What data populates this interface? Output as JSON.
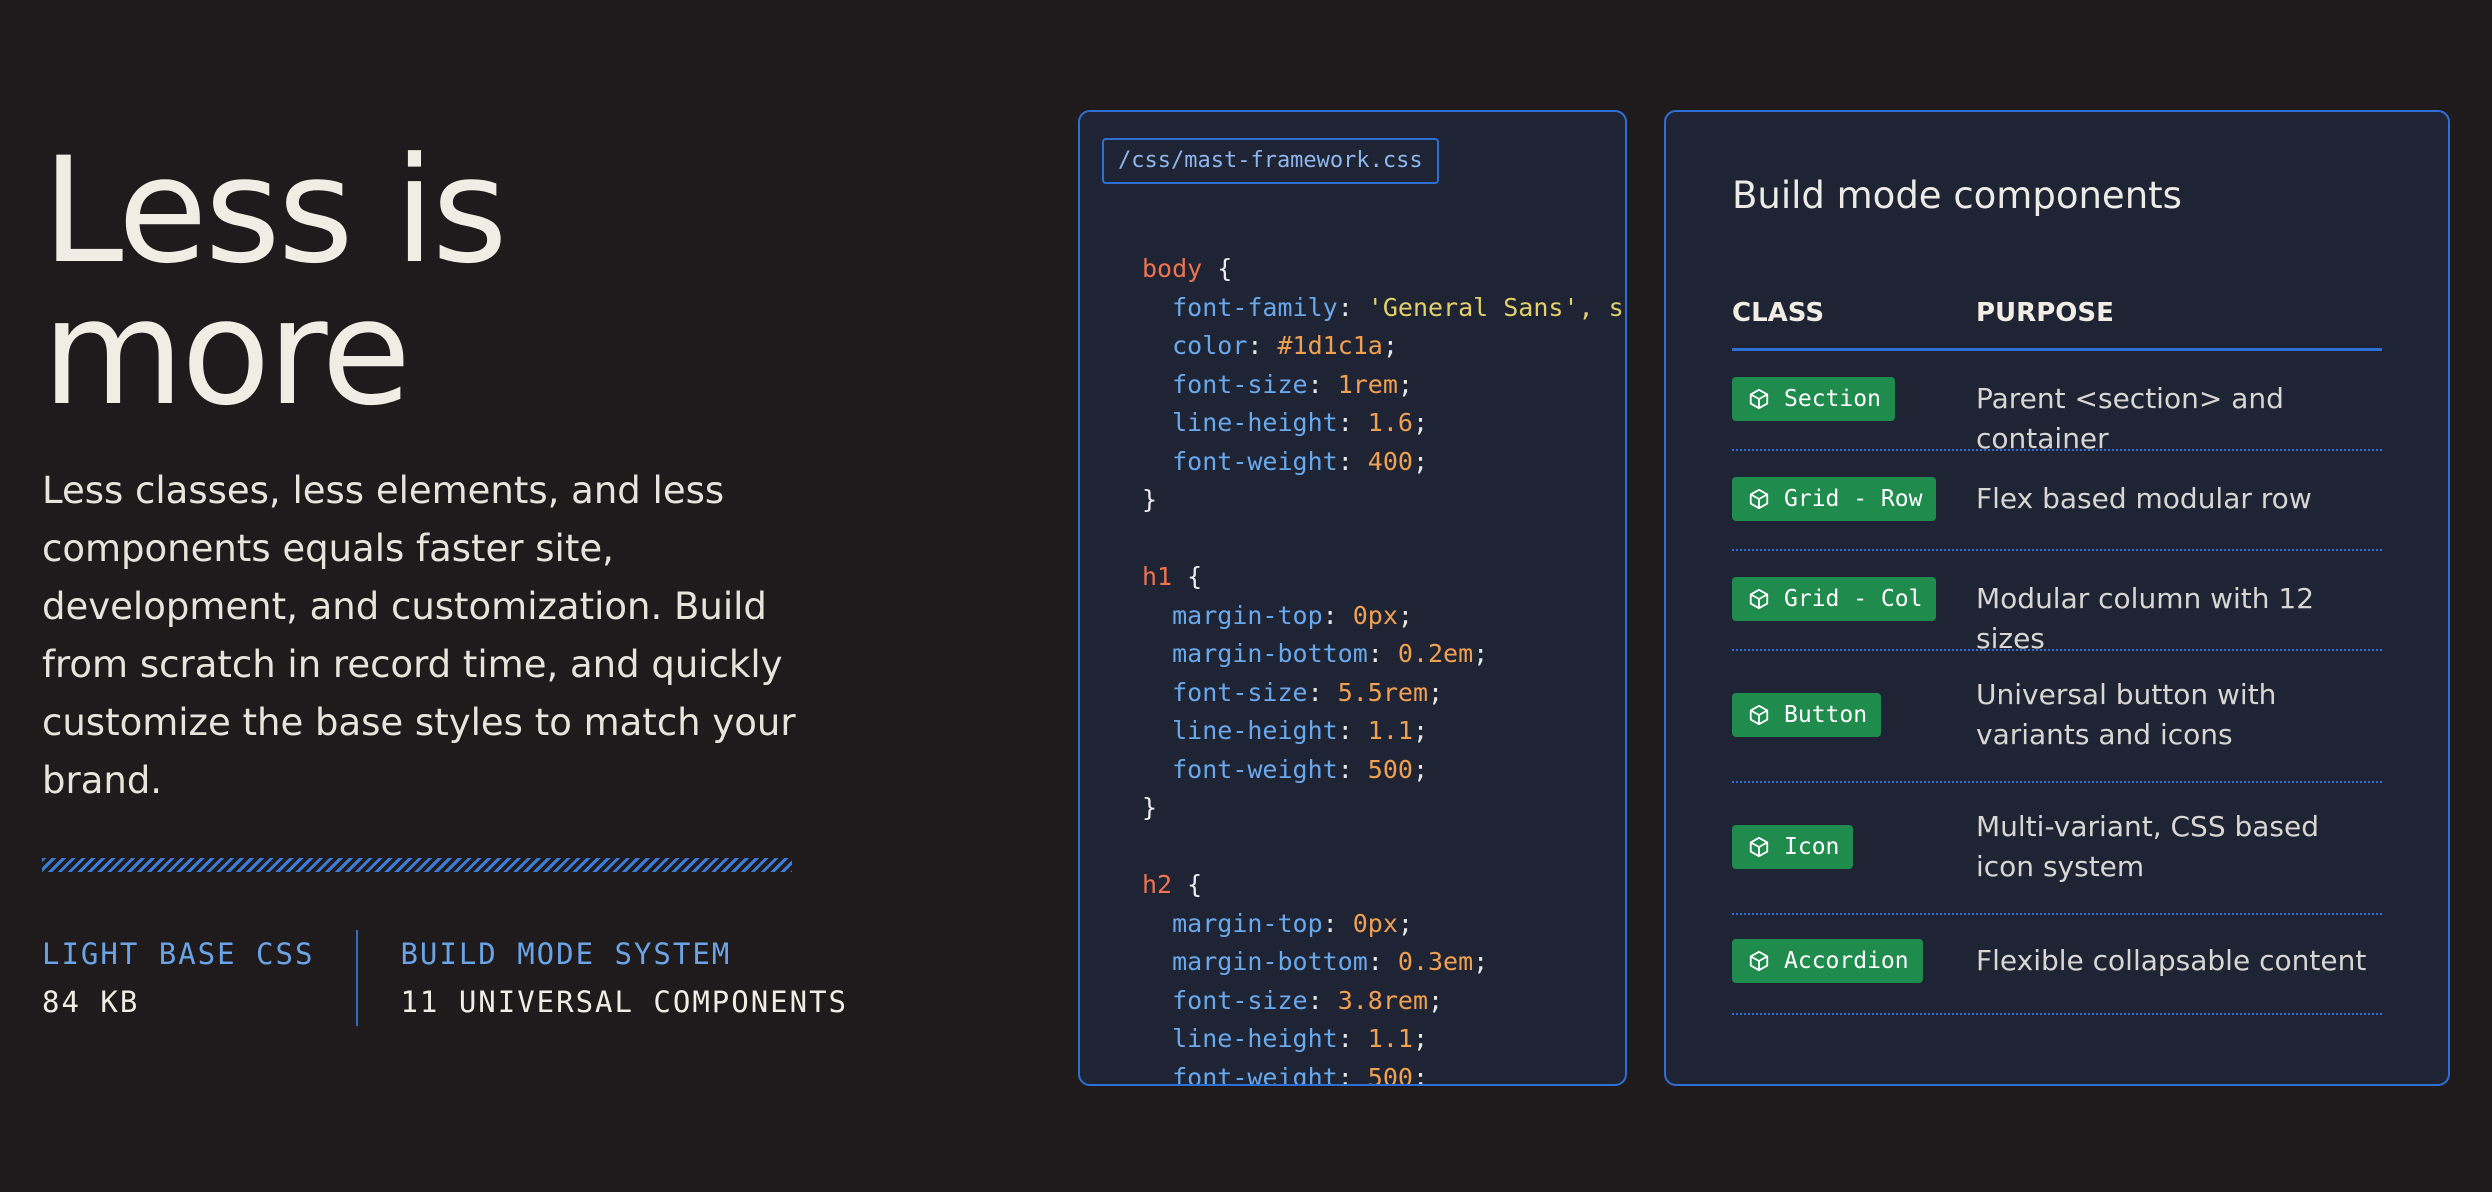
{
  "hero": {
    "title_line1": "Less is",
    "title_line2": "more",
    "description": "Less classes, less elements, and less components equals faster site, development, and customization. Build from scratch in record time, and quickly customize the base styles to match your brand."
  },
  "stats": [
    {
      "label": "LIGHT BASE CSS",
      "value": "84 KB"
    },
    {
      "label": "BUILD MODE SYSTEM",
      "value": "11 UNIVERSAL COMPONENTS"
    }
  ],
  "code": {
    "file_path": "/css/mast-framework.css"
  },
  "components": {
    "title": "Build mode components",
    "col_class": "CLASS",
    "col_purpose": "PURPOSE",
    "rows": [
      {
        "class": "Section",
        "purpose": "Parent <section> and container"
      },
      {
        "class": "Grid - Row",
        "purpose": "Flex based modular row"
      },
      {
        "class": "Grid - Col",
        "purpose": "Modular column with 12 sizes"
      },
      {
        "class": "Button",
        "purpose": "Universal button with variants and icons"
      },
      {
        "class": "Icon",
        "purpose": "Multi-variant, CSS based icon system"
      },
      {
        "class": "Accordion",
        "purpose": "Flexible collapsable content"
      }
    ]
  },
  "colors": {
    "background": "#1f1a1b",
    "card": "#1e2433",
    "accent_blue": "#2e6fd6",
    "badge_green": "#1f8b4c"
  },
  "icons": {
    "badge_icon": "cube-icon"
  }
}
